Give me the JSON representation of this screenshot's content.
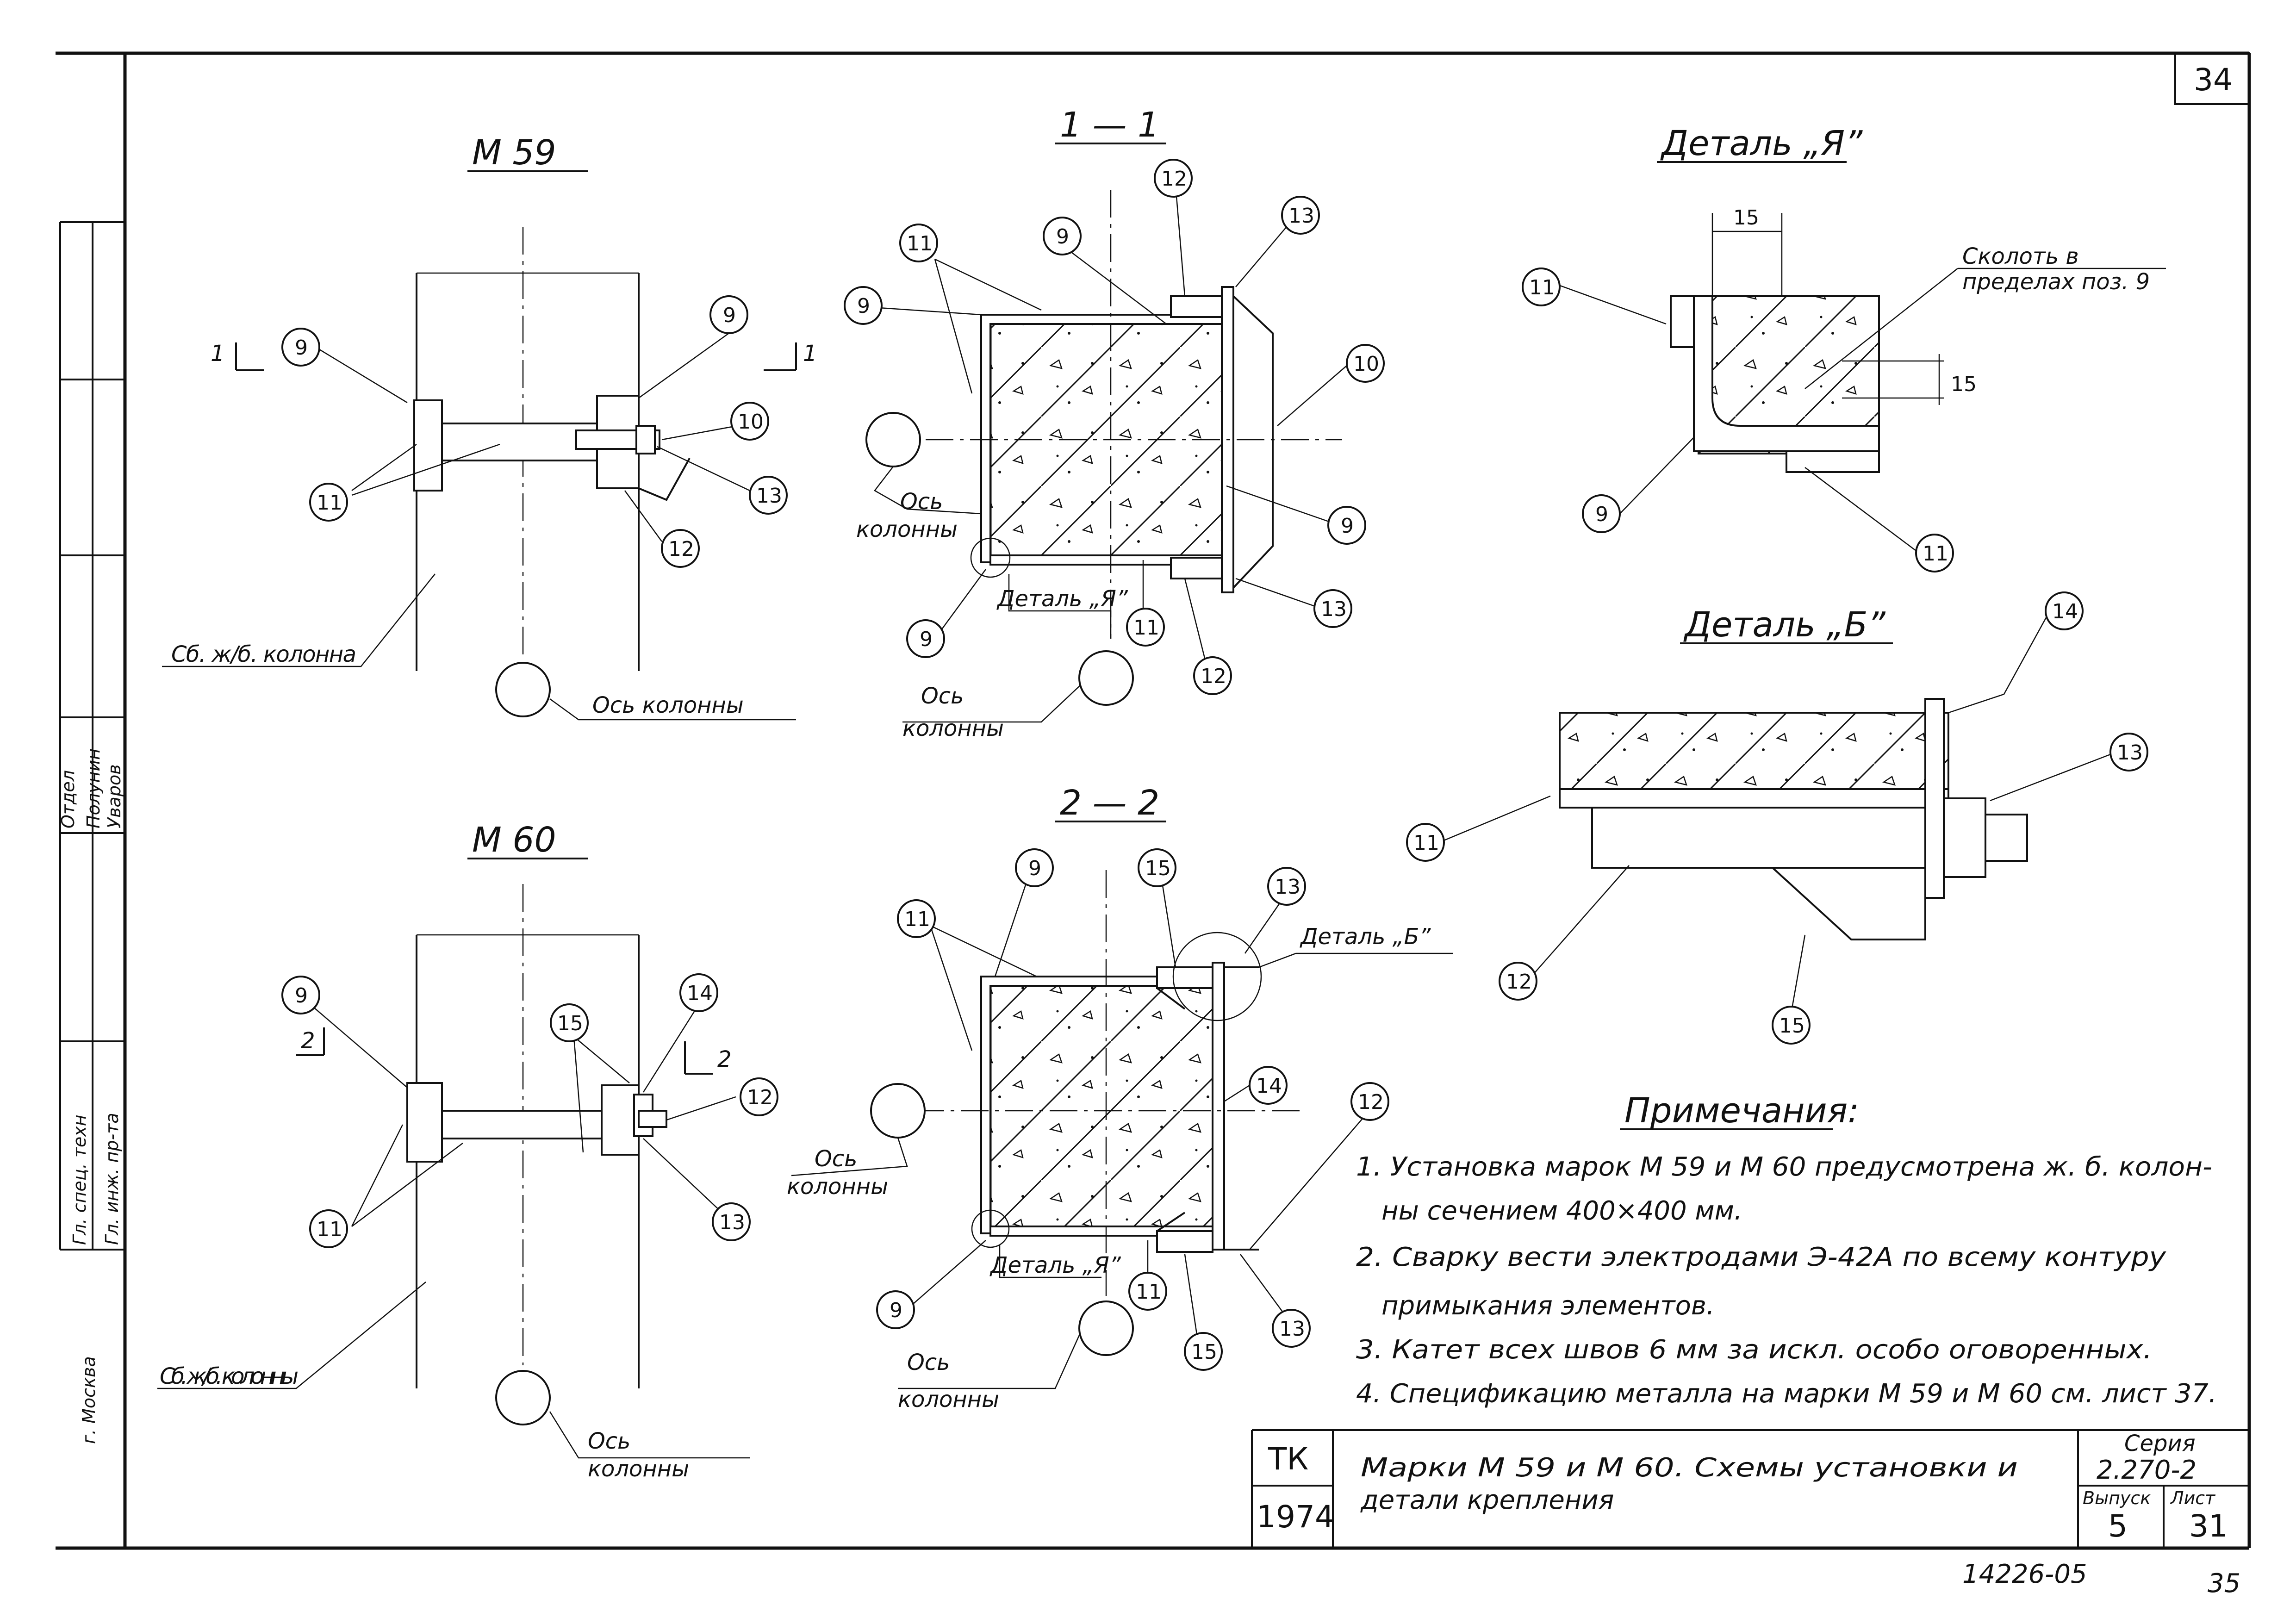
{
  "sheet": {
    "page_corner": "34",
    "bottom_code": "14226-05",
    "bottom_page": "35"
  },
  "left_margin": {
    "city": "г. Москва",
    "roles": [
      "Гл. спец. техн",
      "Гл. инж. пр-та"
    ],
    "names": [
      "Полунин",
      "Уваров"
    ],
    "extra": "Отдел"
  },
  "views": {
    "m59": {
      "title": "М  59",
      "section_mark": "1",
      "column_label": "Сб. ж/б. колонна",
      "axis_label": "Ось колонны"
    },
    "m60": {
      "title": "М  60",
      "section_mark": "2",
      "column_label": "Сб. ж/б. колонны",
      "axis_label": "Ось колонны"
    },
    "s11": {
      "title": "1 — 1",
      "axis_label": "Ось колонны",
      "detail_ref": "Деталь „Я”"
    },
    "s22": {
      "title": "2 — 2",
      "axis_label": "Ось колонны",
      "detail_ref": "Деталь „Я”",
      "detail_b_ref": "Деталь „Б”"
    },
    "detA": {
      "title": "Деталь „Я”",
      "note": [
        "Сколоть в",
        "пределах поз. 9"
      ],
      "dim1": "15",
      "dim2": "15"
    },
    "detB": {
      "title": "Деталь „Б”"
    }
  },
  "notes": {
    "title": "Примечания:",
    "items": [
      "1. Установка марок М 59 и М 60 предусмотрена ж. б. колон-",
      "ны сечением 400×400 мм.",
      "2. Сварку вести электродами Э-42А по всему контуру",
      "примыкания элементов.",
      "3. Катет всех швов 6 мм за искл. особо оговоренных.",
      "4. Спецификацию металла на марки М 59 и М 60 см. лист 37."
    ]
  },
  "stamp": {
    "org": "ТК",
    "year": "1974",
    "title_line1": "Марки М 59 и М 60. Схемы установки и",
    "title_line2": "детали крепления",
    "series_label": "Серия",
    "series": "2.270-2",
    "issue_label": "Выпуск",
    "issue": "5",
    "sheet_label": "Лист",
    "sheet": "31"
  },
  "bubbles": [
    "9",
    "10",
    "11",
    "12",
    "13",
    "14",
    "15"
  ]
}
